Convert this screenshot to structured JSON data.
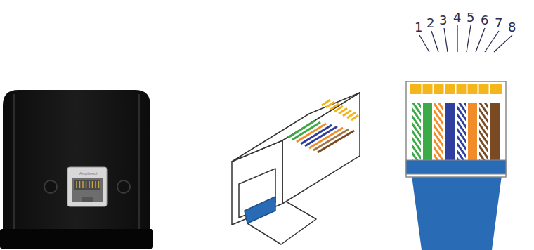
{
  "diagram": {
    "labels": [
      "Amphenol",
      "1",
      "2",
      "3",
      "4",
      "5",
      "6",
      "7",
      "8"
    ]
  }
}
